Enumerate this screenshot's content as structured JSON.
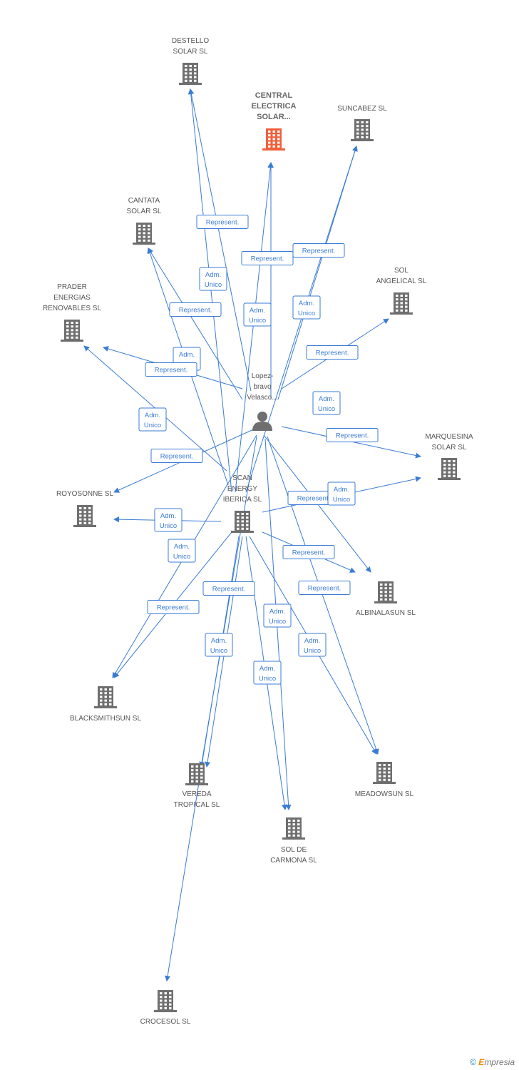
{
  "colors": {
    "edge": "#3a7bd5",
    "building": "#6f6f6f",
    "building_main": "#f0603c",
    "person": "#6f6f6f"
  },
  "nodes": [
    {
      "id": "destello",
      "lines": [
        "DESTELLO",
        "SOLAR SL"
      ],
      "type": "building"
    },
    {
      "id": "central",
      "lines": [
        "CENTRAL",
        "ELECTRICA",
        "SOLAR..."
      ],
      "type": "building-main"
    },
    {
      "id": "suncabez",
      "lines": [
        "SUNCABEZ SL"
      ],
      "type": "building"
    },
    {
      "id": "cantata",
      "lines": [
        "CANTATA",
        "SOLAR SL"
      ],
      "type": "building"
    },
    {
      "id": "sol_angelical",
      "lines": [
        "SOL",
        "ANGELICAL SL"
      ],
      "type": "building"
    },
    {
      "id": "prader",
      "lines": [
        "PRADER",
        "ENERGIAS",
        "RENOVABLES SL"
      ],
      "type": "building"
    },
    {
      "id": "person",
      "lines": [
        "Lopez-",
        "bravo",
        "Velasco..."
      ],
      "type": "person"
    },
    {
      "id": "marquesina",
      "lines": [
        "MARQUESINA",
        "SOLAR SL"
      ],
      "type": "building"
    },
    {
      "id": "royosonne",
      "lines": [
        "ROYOSONNE SL"
      ],
      "type": "building"
    },
    {
      "id": "scan",
      "lines": [
        "SCAN",
        "ENERGY",
        "IBERICA SL"
      ],
      "type": "building"
    },
    {
      "id": "albinalasun",
      "lines": [
        "ALBINALASUN SL"
      ],
      "type": "building"
    },
    {
      "id": "blacksmithsun",
      "lines": [
        "BLACKSMITHSUN SL"
      ],
      "type": "building"
    },
    {
      "id": "vereda",
      "lines": [
        "VEREDA",
        "TROPICAL SL"
      ],
      "type": "building"
    },
    {
      "id": "meadowsun",
      "lines": [
        "MEADOWSUN SL"
      ],
      "type": "building"
    },
    {
      "id": "sol_carmona",
      "lines": [
        "SOL DE",
        "CARMONA SL"
      ],
      "type": "building"
    },
    {
      "id": "crocesol",
      "lines": [
        "CROCESOL SL"
      ],
      "type": "building"
    }
  ],
  "edge_labels": [
    {
      "lines": [
        "Represent."
      ]
    },
    {
      "lines": [
        "Represent."
      ]
    },
    {
      "lines": [
        "Represent."
      ]
    },
    {
      "lines": [
        "Adm.",
        "Unico"
      ]
    },
    {
      "lines": [
        "Represent."
      ]
    },
    {
      "lines": [
        "Adm.",
        "Unico"
      ]
    },
    {
      "lines": [
        "Adm.",
        "Unico"
      ]
    },
    {
      "lines": [
        "Represent."
      ]
    },
    {
      "lines": [
        "Adm.",
        "Unico"
      ]
    },
    {
      "lines": [
        "Represent."
      ]
    },
    {
      "lines": [
        "Adm.",
        "Unico"
      ]
    },
    {
      "lines": [
        "Adm.",
        "Unico"
      ]
    },
    {
      "lines": [
        "Represent."
      ]
    },
    {
      "lines": [
        "Represent."
      ]
    },
    {
      "lines": [
        "Represent."
      ]
    },
    {
      "lines": [
        "Adm.",
        "Unico"
      ]
    },
    {
      "lines": [
        "Adm.",
        "Unico"
      ]
    },
    {
      "lines": [
        "Represent."
      ]
    },
    {
      "lines": [
        "Adm.",
        "Unico"
      ]
    },
    {
      "lines": [
        "Represent."
      ]
    },
    {
      "lines": [
        "Represent."
      ]
    },
    {
      "lines": [
        "Represent."
      ]
    },
    {
      "lines": [
        "Adm.",
        "Unico"
      ]
    },
    {
      "lines": [
        "Adm.",
        "Unico"
      ]
    },
    {
      "lines": [
        "Adm.",
        "Unico"
      ]
    },
    {
      "lines": [
        "Adm.",
        "Unico"
      ]
    }
  ],
  "footer": {
    "copyright": "©",
    "brand_first": "E",
    "brand_rest": "mpresia"
  }
}
